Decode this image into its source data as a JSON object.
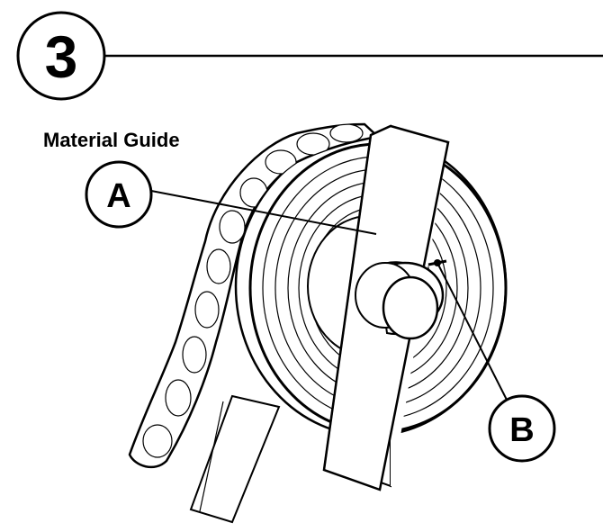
{
  "step": {
    "number": "3"
  },
  "caption": {
    "text": "Material Guide"
  },
  "callouts": [
    {
      "id": "A",
      "label": "A"
    },
    {
      "id": "B",
      "label": "B"
    }
  ],
  "colors": {
    "ink": "#000000",
    "paper": "#ffffff"
  }
}
